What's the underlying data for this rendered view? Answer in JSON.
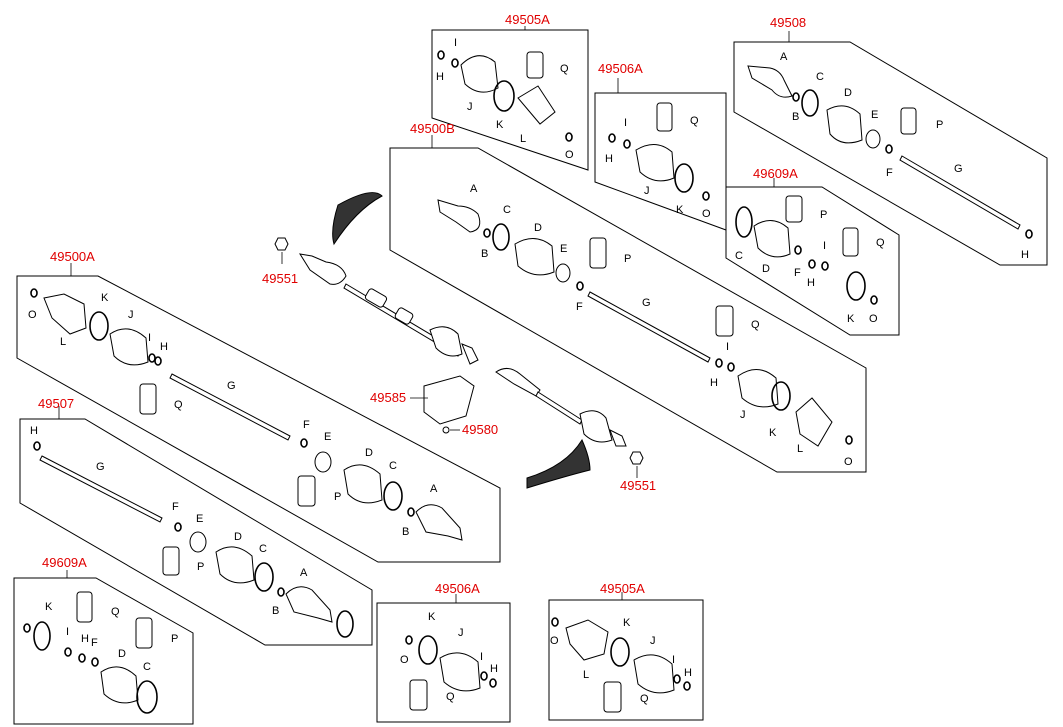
{
  "part_numbers": {
    "p49505A_top": "49505A",
    "p49506A_top": "49506A",
    "p49508": "49508",
    "p49500B": "49500B",
    "p49609A_right": "49609A",
    "p49500A": "49500A",
    "p49551_left": "49551",
    "p49585": "49585",
    "p49580": "49580",
    "p49551_right": "49551",
    "p49507": "49507",
    "p49609A_bottom": "49609A",
    "p49506A_bottom": "49506A",
    "p49505A_bottom": "49505A"
  },
  "letters": {
    "A": "A",
    "B": "B",
    "C": "C",
    "D": "D",
    "E": "E",
    "F": "F",
    "G": "G",
    "H": "H",
    "I": "I",
    "J": "J",
    "K": "K",
    "L": "L",
    "O": "O",
    "P": "P",
    "Q": "Q"
  },
  "colors": {
    "part_number": "#e00000",
    "line": "#000000"
  }
}
